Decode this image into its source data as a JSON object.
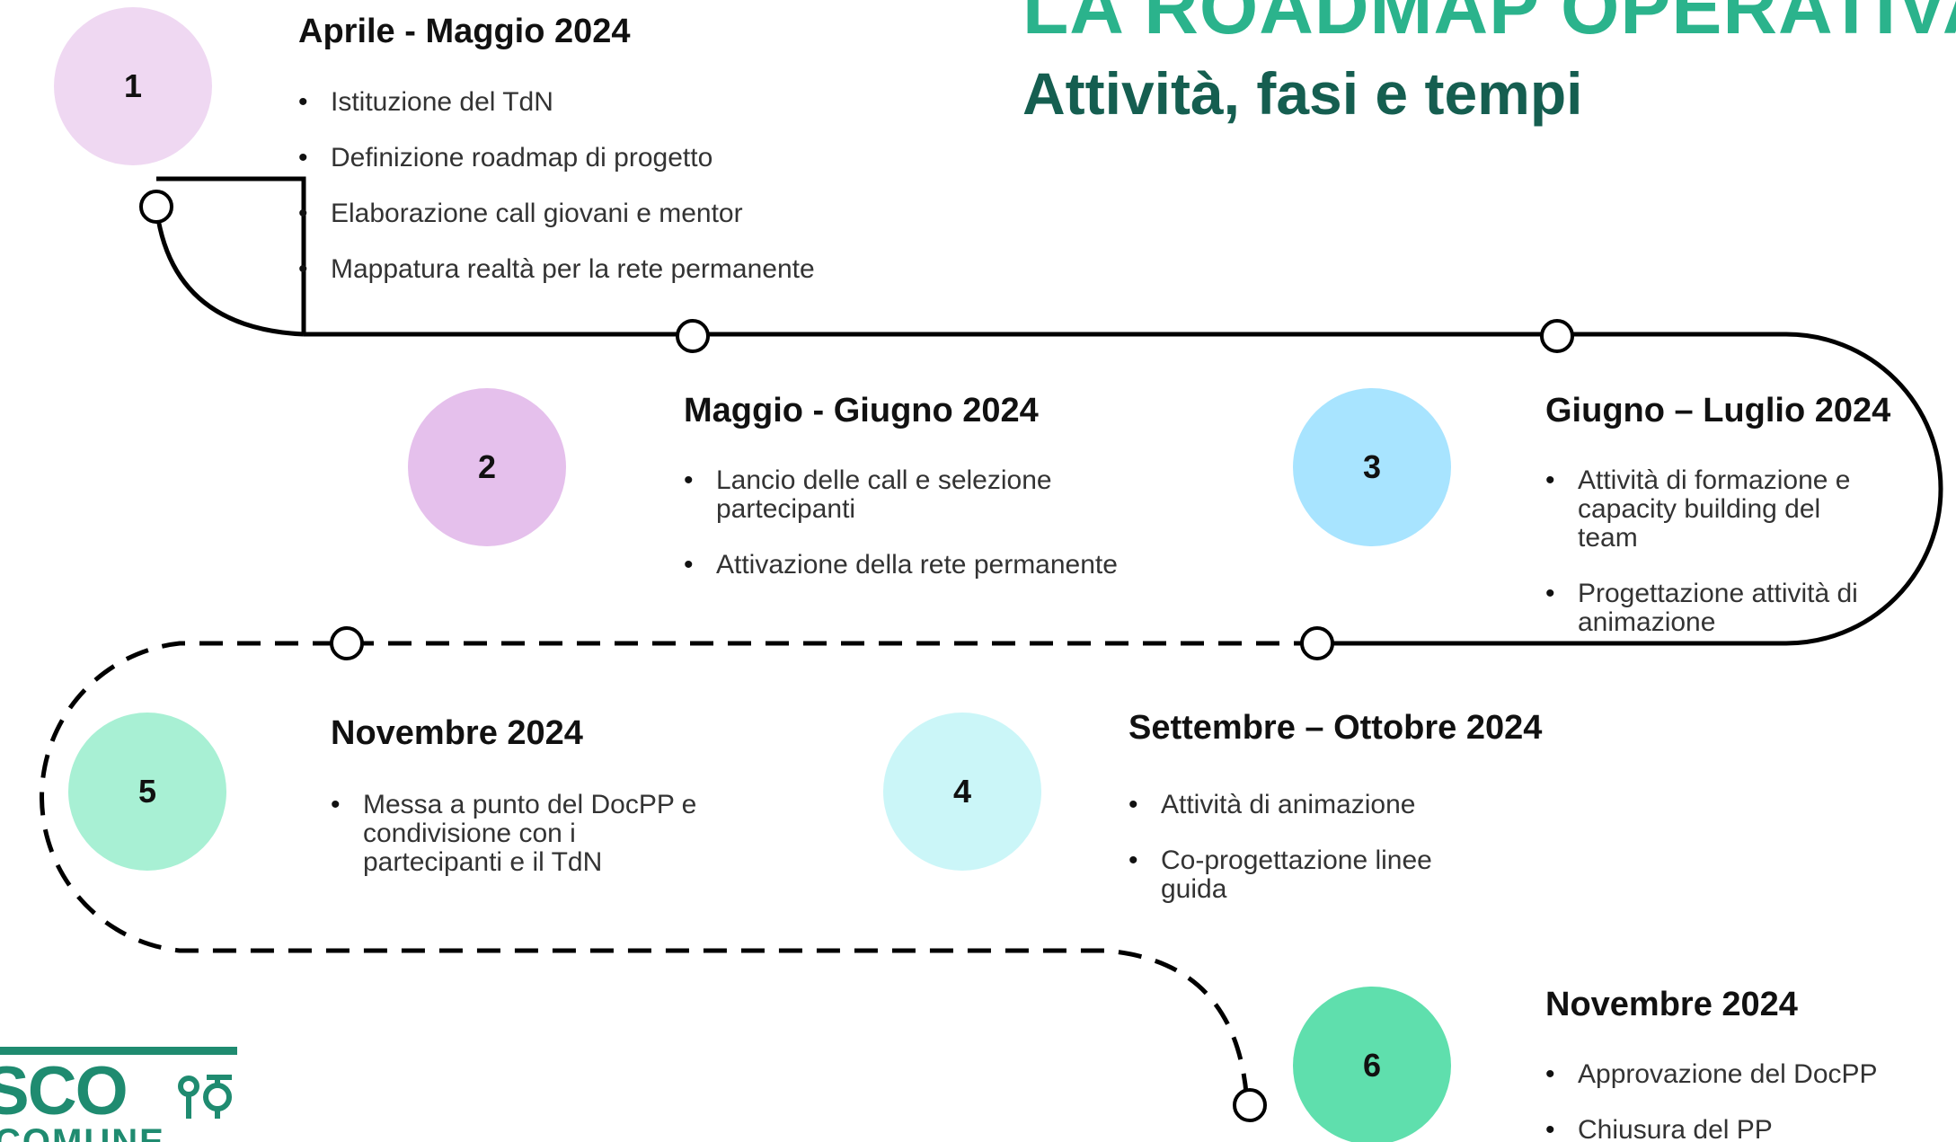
{
  "title": {
    "line1": "LA ROADMAP OPERATIVA",
    "line2": "Attività, fasi e tempi"
  },
  "colors": {
    "title_primary": "#2bb38c",
    "title_secondary": "#155e50",
    "path": "#000000"
  },
  "phases": [
    {
      "number": "1",
      "period": "Aprile -  Maggio 2024",
      "color": "#efd8f2",
      "items": [
        "Istituzione del TdN",
        "Definizione roadmap di progetto",
        "Elaborazione call giovani e mentor",
        "Mappatura realtà per la rete permanente"
      ]
    },
    {
      "number": "2",
      "period": "Maggio - Giugno 2024",
      "color": "#e5c0ec",
      "items": [
        "Lancio delle call e selezione partecipanti",
        "Attivazione della rete permanente"
      ]
    },
    {
      "number": "3",
      "period": "Giugno – Luglio 2024",
      "color": "#a8e4ff",
      "items": [
        "Attività di formazione e capacity building del team",
        "Progettazione attività di animazione"
      ]
    },
    {
      "number": "4",
      "period": "Settembre – Ottobre  2024",
      "color": "#cbf6f8",
      "items": [
        "Attività di animazione",
        "Co-progettazione linee guida"
      ]
    },
    {
      "number": "5",
      "period": "Novembre 2024",
      "color": "#a8f0d4",
      "items": [
        "Messa a punto del DocPP e condivisione con i partecipanti e il TdN"
      ]
    },
    {
      "number": "6",
      "period": "Novembre 2024",
      "color": "#5fdfad",
      "items": [
        "Approvazione del DocPP",
        "Chiusura del PP"
      ]
    }
  ],
  "logo": {
    "word": "SCO",
    "word2": "COMUNE",
    "color": "#1f8b70"
  }
}
